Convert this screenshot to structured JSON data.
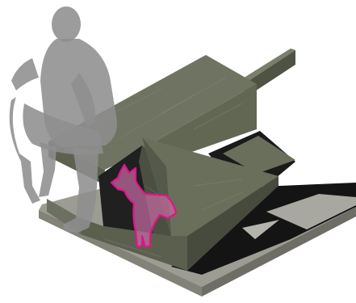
{
  "illustration": {
    "subjects": [
      "seated-person-silhouette",
      "dog-silhouette",
      "concrete-bench-shelter"
    ],
    "colors": {
      "background": "#ffffff",
      "concrete_top": "#6f7462",
      "concrete_front": "#5c6150",
      "concrete_side": "#4e5344",
      "concrete_dark": "#3d4136",
      "slab_top": "#9c9c92",
      "slab_edge": "#6e6e66",
      "shadow": "#141414",
      "person_fill": "#8e8e8e",
      "dog_fill": "#c46aa0",
      "dog_outline": "#e0158a"
    }
  }
}
